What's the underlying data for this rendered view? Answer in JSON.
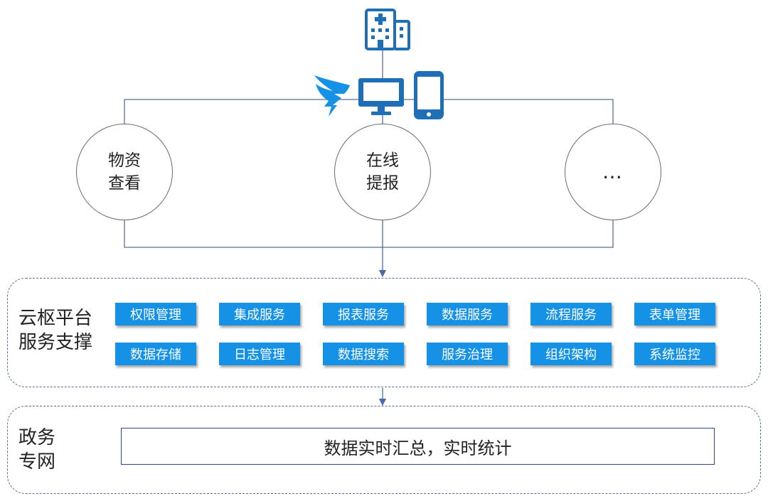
{
  "apps": {
    "items": [
      {
        "line1": "物资",
        "line2": "查看"
      },
      {
        "line1": "在线",
        "line2": "提报"
      },
      {
        "line1": "…",
        "line2": ""
      }
    ]
  },
  "platform": {
    "title_line1": "云枢平台",
    "title_line2": "服务支撑",
    "services": [
      "权限管理",
      "集成服务",
      "报表服务",
      "数据服务",
      "流程服务",
      "表单管理",
      "数据存储",
      "日志管理",
      "数据搜索",
      "服务治理",
      "组织架构",
      "系统监控"
    ]
  },
  "network": {
    "title_line1": "政务",
    "title_line2": "专网",
    "bar_text": "数据实时汇总，实时统计"
  },
  "icons": [
    "hospital-icon",
    "dingtalk-icon",
    "desktop-monitor-icon",
    "smartphone-icon"
  ],
  "colors": {
    "accent": "#1592e6",
    "line": "#5a6f92",
    "dark_blue": "#1f6fb8"
  }
}
